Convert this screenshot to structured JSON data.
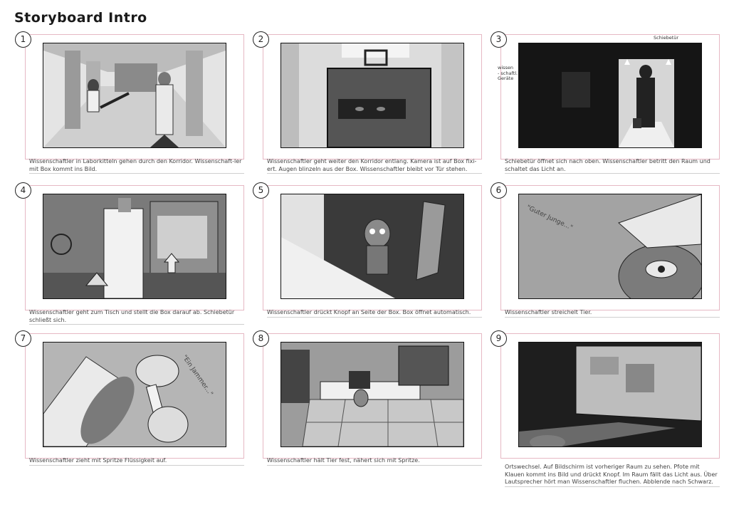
{
  "title": "Storyboard Intro",
  "panels": [
    {
      "number": "1",
      "caption": "Wissenschaftler in Laborkitteln gehen durch den Korridor. Wissenschaft-ler mit Box kommt ins Bild."
    },
    {
      "number": "2",
      "caption": "Wissenschaftler geht weiter den Korridor entlang. Kamera ist auf Box fixi-ert. Augen blinzeln aus der Box. Wissenschaftler bleibt vor Tür stehen."
    },
    {
      "number": "3",
      "caption": "Schiebetür öffnet sich nach oben. Wissenschaftler betritt den Raum und schaltet das Licht an."
    },
    {
      "number": "4",
      "caption": "Wissenschaftler geht zum Tisch und stellt die Box darauf ab. Schiebetür schließt sich."
    },
    {
      "number": "5",
      "caption": "Wissenschaftler drückt Knopf an Seite der Box. Box öffnet automatisch."
    },
    {
      "number": "6",
      "caption": "Wissenschaftler streichelt Tier."
    },
    {
      "number": "7",
      "caption": "Wissenschaftler zieht mit Spritze Flüssigkeit auf."
    },
    {
      "number": "8",
      "caption": "Wissenschaftler hält Tier fest, nähert sich mit Spritze."
    },
    {
      "number": "9",
      "caption": "Ortswechsel. Auf Bildschirm ist vorheriger Raum zu sehen. Pfote mit Klauen kommt ins Bild und drückt Knopf. Im Raum fällt das Licht aus. Über Lautsprecher hört man Wissenschaftler fluchen. Abblende nach Schwarz."
    }
  ],
  "annotations": {
    "p3_door_label": "Schiebetür",
    "p3_side_note_line1": "wissen",
    "p3_side_note_line2": "- schaftl.",
    "p3_side_note_line3": "Geräte",
    "p6_speech": "\"Guter Junge...\"",
    "p7_speech": "\"Ein Jammer...\""
  }
}
